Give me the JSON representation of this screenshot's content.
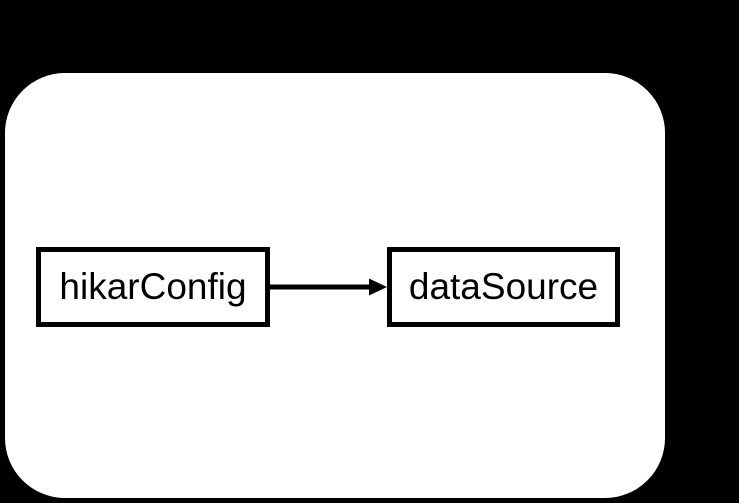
{
  "diagram": {
    "nodes": [
      {
        "id": "hikarConfig",
        "label": "hikarConfig"
      },
      {
        "id": "dataSource",
        "label": "dataSource"
      }
    ],
    "edges": [
      {
        "from": "hikarConfig",
        "to": "dataSource",
        "direction": "right"
      }
    ]
  },
  "colors": {
    "background": "#000000",
    "panel": "#ffffff",
    "node_fill": "#ffffff",
    "node_border": "#000000",
    "text": "#000000",
    "arrow": "#000000"
  }
}
